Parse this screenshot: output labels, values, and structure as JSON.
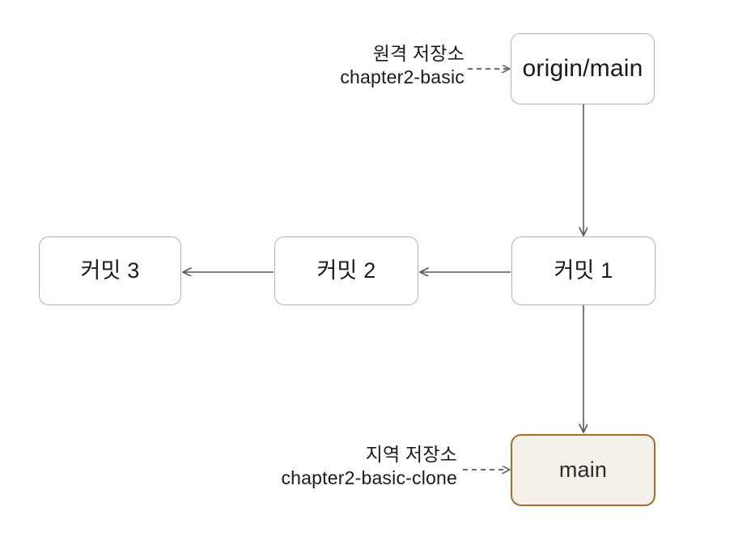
{
  "diagram": {
    "background_color": "#ffffff",
    "title_visible": false,
    "nodes": [
      {
        "id": "origin-main",
        "label": "origin/main",
        "border_color": "#b3b3b3",
        "fill_color": "#ffffff",
        "text_color": "#1a1a1a"
      },
      {
        "id": "commit-1",
        "label": "커밋 1",
        "border_color": "#b3b3b3",
        "fill_color": "#ffffff",
        "text_color": "#1a1a1a"
      },
      {
        "id": "commit-2",
        "label": "커밋 2",
        "border_color": "#b3b3b3",
        "fill_color": "#ffffff",
        "text_color": "#1a1a1a"
      },
      {
        "id": "commit-3",
        "label": "커밋 3",
        "border_color": "#b3b3b3",
        "fill_color": "#ffffff",
        "text_color": "#1a1a1a"
      },
      {
        "id": "main",
        "label": "main",
        "border_color": "#a2702c",
        "fill_color": "#f4f1ea",
        "text_color": "#2b2b2b"
      }
    ],
    "annotations": [
      {
        "id": "remote-repo",
        "line1": "원격 저장소",
        "line2": "chapter2-basic",
        "target": "origin-main",
        "arrow_style": "dashed",
        "arrow_color": "#6b6b6b"
      },
      {
        "id": "local-repo",
        "line1": "지역 저장소",
        "line2": "chapter2-basic-clone",
        "target": "main",
        "arrow_style": "dashed",
        "arrow_color": "#6b6b6b"
      }
    ],
    "edges": [
      {
        "id": "origin-main-to-commit-1",
        "from": "origin-main",
        "to": "commit-1",
        "style": "solid",
        "color": "#595959",
        "direction": "down"
      },
      {
        "id": "commit-1-to-main",
        "from": "commit-1",
        "to": "main",
        "style": "solid",
        "color": "#595959",
        "direction": "down"
      },
      {
        "id": "commit-1-to-commit-2",
        "from": "commit-1",
        "to": "commit-2",
        "style": "solid",
        "color": "#595959",
        "direction": "left"
      },
      {
        "id": "commit-2-to-commit-3",
        "from": "commit-2",
        "to": "commit-3",
        "style": "solid",
        "color": "#595959",
        "direction": "left"
      }
    ]
  }
}
